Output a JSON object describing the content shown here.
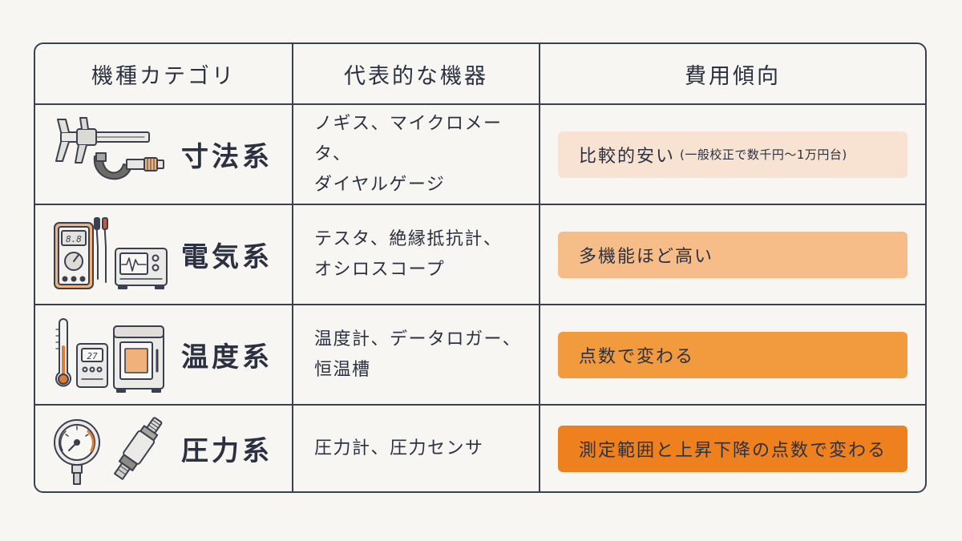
{
  "header": {
    "col1": "機種カテゴリ",
    "col2": "代表的な機器",
    "col3": "費用傾向"
  },
  "rows": [
    {
      "category": "寸法系",
      "icon": "caliper-micrometer-icon",
      "devices": [
        "ノギス、マイクロメータ、",
        "ダイヤルゲージ"
      ],
      "cost_main": "比較的安い",
      "cost_note": "(一般校正で数千円～1万円台)",
      "cost_color": "#f8e3d2"
    },
    {
      "category": "電気系",
      "icon": "multimeter-oscilloscope-icon",
      "devices": [
        "テスタ、絶縁抵抗計、",
        "オシロスコープ"
      ],
      "meter_reading": "8.8",
      "cost_main": "多機能ほど高い",
      "cost_note": "",
      "cost_color": "#f6bd89"
    },
    {
      "category": "温度系",
      "icon": "thermometer-datalogger-chamber-icon",
      "devices": [
        "温度計、データロガー、",
        "恒温槽"
      ],
      "meter_reading": "27",
      "cost_main": "点数で変わる",
      "cost_note": "",
      "cost_color": "#f29a3e"
    },
    {
      "category": "圧力系",
      "icon": "pressure-gauge-sensor-icon",
      "devices": [
        "圧力計、圧力センサ"
      ],
      "cost_main": "測定範囲と上昇下降の点数で変わる",
      "cost_note": "",
      "cost_color": "#ee801e"
    }
  ]
}
